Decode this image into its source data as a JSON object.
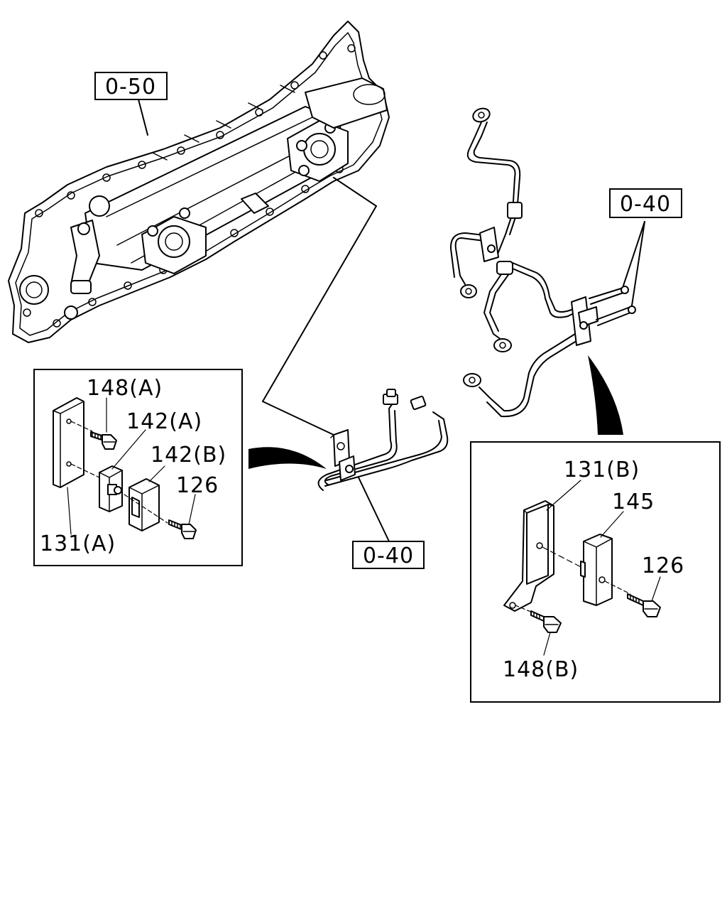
{
  "diagram": {
    "reference_labels": {
      "ref_top_left": "0-50",
      "ref_top_right": "0-40",
      "ref_bottom_center": "0-40"
    },
    "part_labels": {
      "p148a": "148(A)",
      "p142a": "142(A)",
      "p142b": "142(B)",
      "p126a": "126",
      "p131a": "131(A)",
      "p131b": "131(B)",
      "p145": "145",
      "p126b": "126",
      "p148b": "148(B)"
    }
  }
}
